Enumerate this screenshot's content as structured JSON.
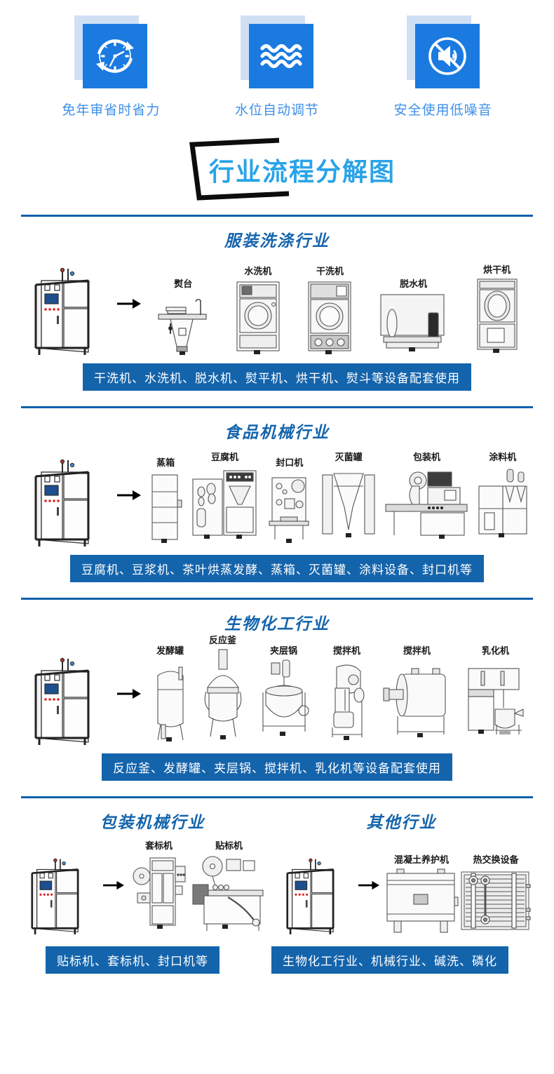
{
  "features": [
    {
      "icon": "clock-refresh-icon",
      "label": "免年审省时省力"
    },
    {
      "icon": "water-waves-icon",
      "label": "水位自动调节"
    },
    {
      "icon": "mute-speaker-icon",
      "label": "安全使用低噪音"
    }
  ],
  "main_title": "行业流程分解图",
  "colors": {
    "icon_blue": "#1a7ae0",
    "icon_shadow": "#cfe0f5",
    "feature_label": "#3d90e8",
    "title_blue": "#29a3e8",
    "section_title": "#1464ac",
    "banner_bg": "#1464ac",
    "divider": "#0f62ac"
  },
  "sections": [
    {
      "title": "服装洗涤行业",
      "equipment": [
        "熨台",
        "水洗机",
        "干洗机",
        "脱水机",
        "烘干机"
      ],
      "banner": "干洗机、水洗机、脱水机、熨平机、烘干机、熨斗等设备配套使用"
    },
    {
      "title": "食品机械行业",
      "equipment": [
        "蒸箱",
        "豆腐机",
        "封口机",
        "灭菌罐",
        "包装机",
        "涂料机"
      ],
      "banner": "豆腐机、豆浆机、茶叶烘蒸发酵、蒸箱、灭菌罐、涂料设备、封口机等"
    },
    {
      "title": "生物化工行业",
      "equipment": [
        "发酵罐",
        "反应釜",
        "夹层锅",
        "搅拌机",
        "搅拌机",
        "乳化机"
      ],
      "banner": "反应釜、发酵罐、夹层锅、搅拌机、乳化机等设备配套使用"
    }
  ],
  "last_section": {
    "left": {
      "title": "包装机械行业",
      "equipment": [
        "套标机",
        "贴标机"
      ],
      "banner": "贴标机、套标机、封口机等"
    },
    "right": {
      "title": "其他行业",
      "equipment": [
        "混凝土养护机",
        "热交换设备"
      ],
      "banner": "生物化工行业、机械行业、碱洗、磷化"
    }
  }
}
